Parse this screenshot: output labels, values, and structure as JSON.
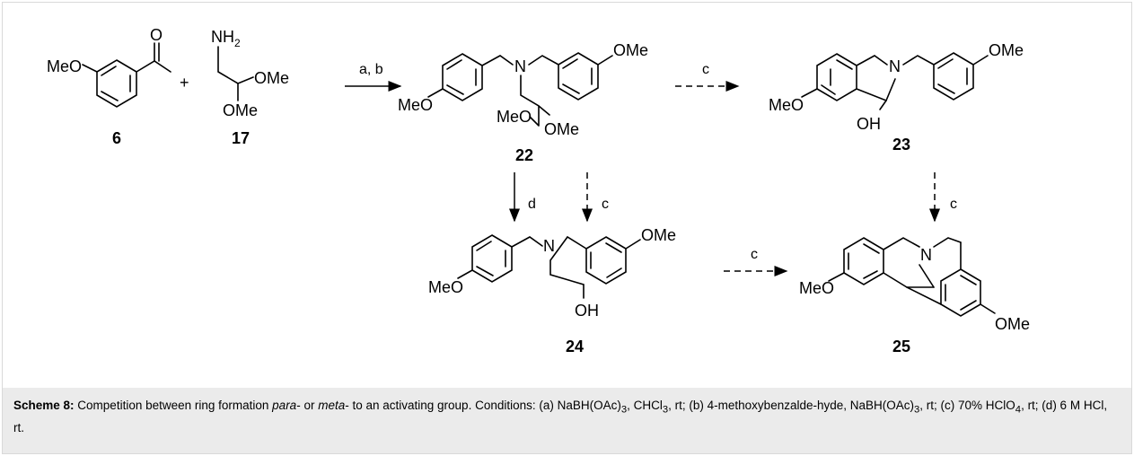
{
  "labels": {
    "MeO": "MeO",
    "OMe": "OMe",
    "O": "O",
    "N": "N",
    "NH": "NH",
    "two": "2",
    "three": "3",
    "four": "4",
    "OH": "OH",
    "plus": "+"
  },
  "compounds": {
    "c6": "6",
    "c17": "17",
    "c22": "22",
    "c23": "23",
    "c24": "24",
    "c25": "25"
  },
  "conditions": {
    "ab": "a, b",
    "c": "c",
    "d": "d"
  },
  "caption": {
    "label": "Scheme 8:",
    "t1": " Competition between ring formation ",
    "para": "para",
    "t2": "- or ",
    "meta": "meta",
    "t3": "- to an activating group. Conditions: (a) NaBH(OAc)",
    "t4": ", CHCl",
    "t5": ", rt; (b) 4-methoxybenzalde-hyde, NaBH(OAc)",
    "t6": ", rt; (c) 70% HClO",
    "t7": ", rt; (d) 6 M HCl, rt."
  }
}
